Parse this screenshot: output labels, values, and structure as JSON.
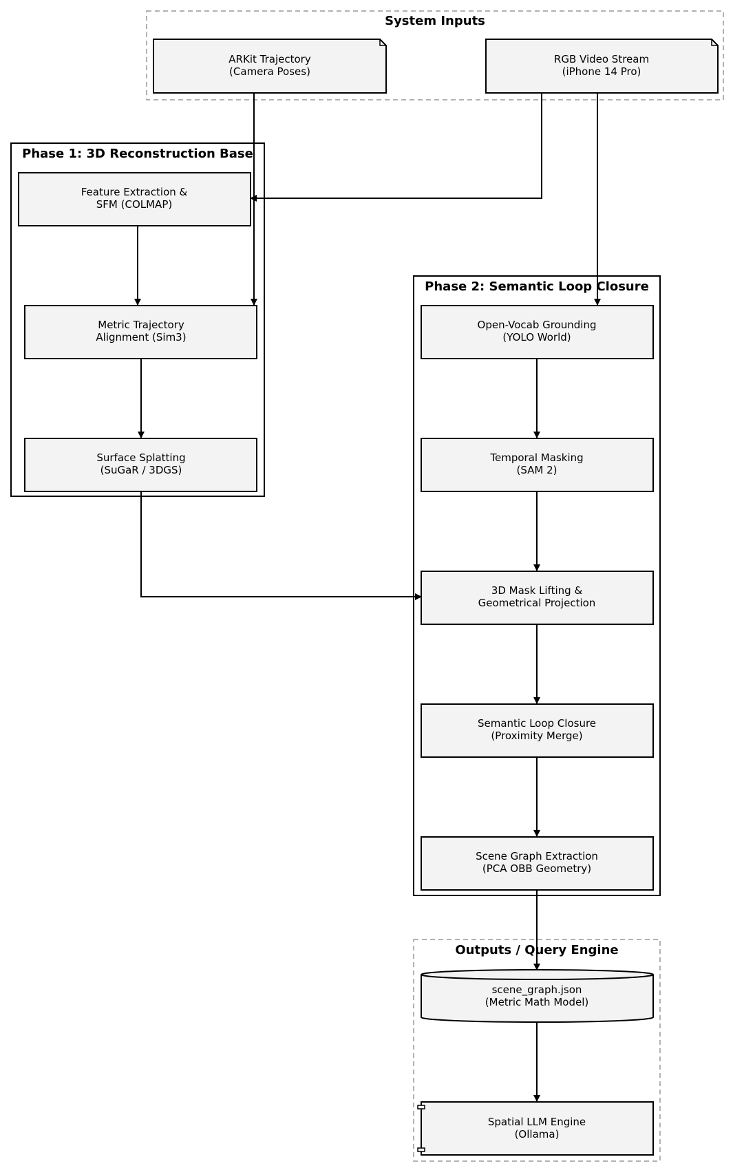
{
  "clusters": {
    "inputs": {
      "title": "System Inputs"
    },
    "phase1": {
      "title": "Phase 1: 3D Reconstruction Base"
    },
    "phase2": {
      "title": "Phase 2: Semantic Loop Closure"
    },
    "outputs": {
      "title": "Outputs / Query Engine"
    }
  },
  "nodes": {
    "arkit": {
      "line1": "ARKit Trajectory",
      "line2": "(Camera Poses)",
      "shape": "note"
    },
    "rgb": {
      "line1": "RGB Video Stream",
      "line2": "(iPhone 14 Pro)",
      "shape": "note"
    },
    "feature": {
      "line1": "Feature Extraction &",
      "line2": "SFM (COLMAP)",
      "shape": "box"
    },
    "metric": {
      "line1": "Metric Trajectory",
      "line2": "Alignment (Sim3)",
      "shape": "box"
    },
    "surface": {
      "line1": "Surface Splatting",
      "line2": "(SuGaR / 3DGS)",
      "shape": "box"
    },
    "openvocab": {
      "line1": "Open-Vocab Grounding",
      "line2": "(YOLO World)",
      "shape": "box"
    },
    "temporal": {
      "line1": "Temporal Masking",
      "line2": "(SAM 2)",
      "shape": "box"
    },
    "masklift": {
      "line1": "3D Mask Lifting &",
      "line2": "Geometrical Projection",
      "shape": "box"
    },
    "loopclosure": {
      "line1": "Semantic Loop Closure",
      "line2": "(Proximity Merge)",
      "shape": "box"
    },
    "scenegraph": {
      "line1": "Scene Graph Extraction",
      "line2": "(PCA OBB Geometry)",
      "shape": "box"
    },
    "json": {
      "line1": "scene_graph.json",
      "line2": "(Metric Math Model)",
      "shape": "cylinder"
    },
    "llm": {
      "line1": "Spatial LLM Engine",
      "line2": "(Ollama)",
      "shape": "component"
    }
  },
  "edges": [
    [
      "rgb",
      "feature"
    ],
    [
      "arkit",
      "metric"
    ],
    [
      "rgb",
      "openvocab"
    ],
    [
      "feature",
      "metric"
    ],
    [
      "metric",
      "surface"
    ],
    [
      "surface",
      "masklift"
    ],
    [
      "openvocab",
      "temporal"
    ],
    [
      "temporal",
      "masklift"
    ],
    [
      "masklift",
      "loopclosure"
    ],
    [
      "loopclosure",
      "scenegraph"
    ],
    [
      "scenegraph",
      "json"
    ],
    [
      "json",
      "llm"
    ]
  ]
}
